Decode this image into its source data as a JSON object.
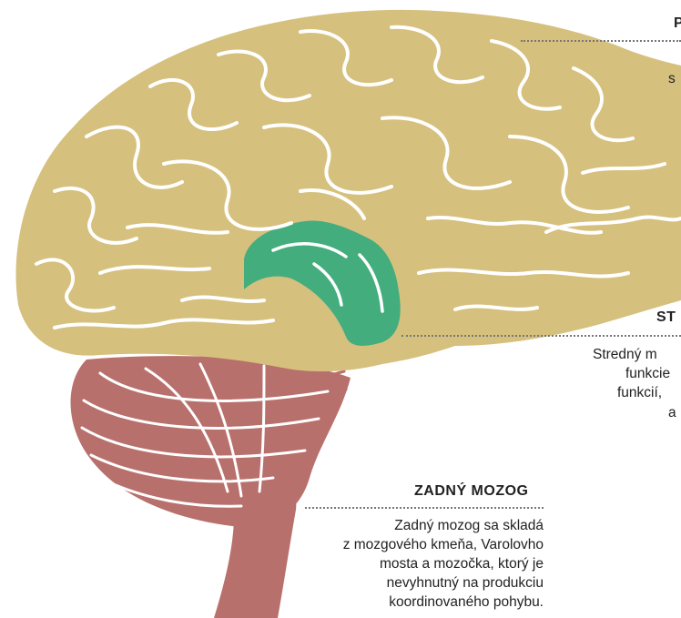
{
  "colors": {
    "cerebrum": "#d6c07e",
    "midbrain": "#43ad7e",
    "hindbrain": "#b8706c",
    "sulci": "#ffffff",
    "leader": "#777777"
  },
  "labels": {
    "top": {
      "title": "P",
      "text_fragment": "s"
    },
    "middle": {
      "title": "ST",
      "lines": [
        "Stredný m",
        "funkcie",
        "funkcií,",
        "a"
      ]
    },
    "bottom": {
      "title": "ZADNÝ MOZOG",
      "lines": [
        "Zadný mozog sa skladá",
        "z mozgového kmeňa, Varolovho",
        "mosta a mozočka, ktorý je",
        "nevyhnutný na produkciu",
        "koordinovaného pohybu."
      ]
    }
  }
}
